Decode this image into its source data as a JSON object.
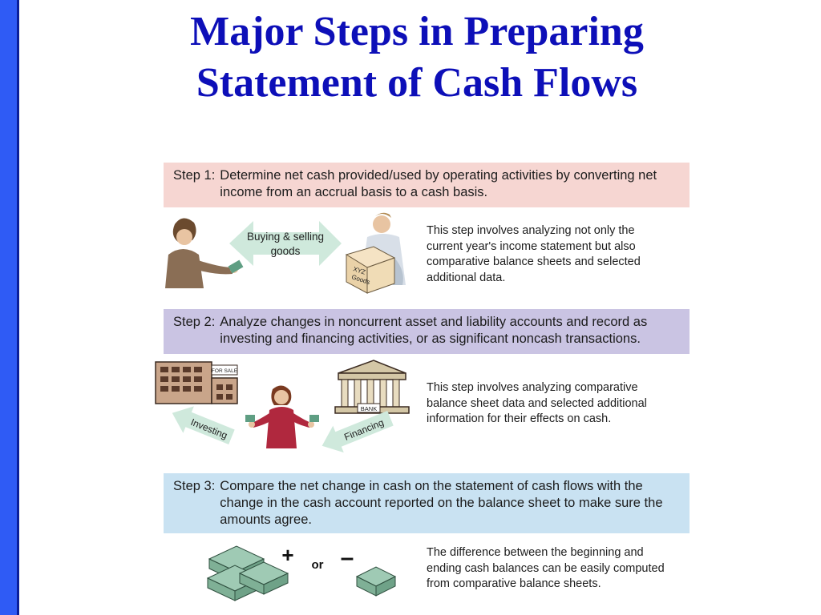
{
  "slide": {
    "title_line1": "Major Steps in Preparing",
    "title_line2": "Statement of Cash Flows"
  },
  "steps": [
    {
      "label": "Step 1:",
      "text": "Determine net cash provided/used by operating activities by converting net income from an accrual basis to a cash basis.",
      "description": "This step involves analyzing not only the current year's income statement but also comparative balance sheets and selected additional data.",
      "illustration": {
        "arrow_text_1": "Buying & selling",
        "arrow_text_2": "goods",
        "box_text_1": "XYZ",
        "box_text_2": "Goods"
      }
    },
    {
      "label": "Step 2:",
      "text": "Analyze changes in noncurrent asset and liability accounts and record as investing and financing activities, or as significant noncash transactions.",
      "description": "This step involves analyzing comparative balance sheet data and selected additional information for their effects on cash.",
      "illustration": {
        "sign_text": "FOR SALE",
        "bank_text": "BANK",
        "arrow_left_text": "Investing",
        "arrow_right_text": "Financing"
      }
    },
    {
      "label": "Step 3:",
      "text": "Compare the net change in cash on the statement of cash flows with the change in the cash account reported on the balance sheet to make sure the amounts agree.",
      "description": "The difference between the beginning and ending cash balances can be easily computed from comparative balance sheets.",
      "illustration": {
        "plus": "+",
        "or": "or",
        "minus": "–"
      }
    }
  ],
  "colors": {
    "sidebar": "#2f5bf5",
    "title": "#0d0fb8",
    "step1_bg": "#f6d6d2",
    "step2_bg": "#cac4e3",
    "step3_bg": "#c9e2f2",
    "arrow_fill": "#cfe9dc"
  }
}
